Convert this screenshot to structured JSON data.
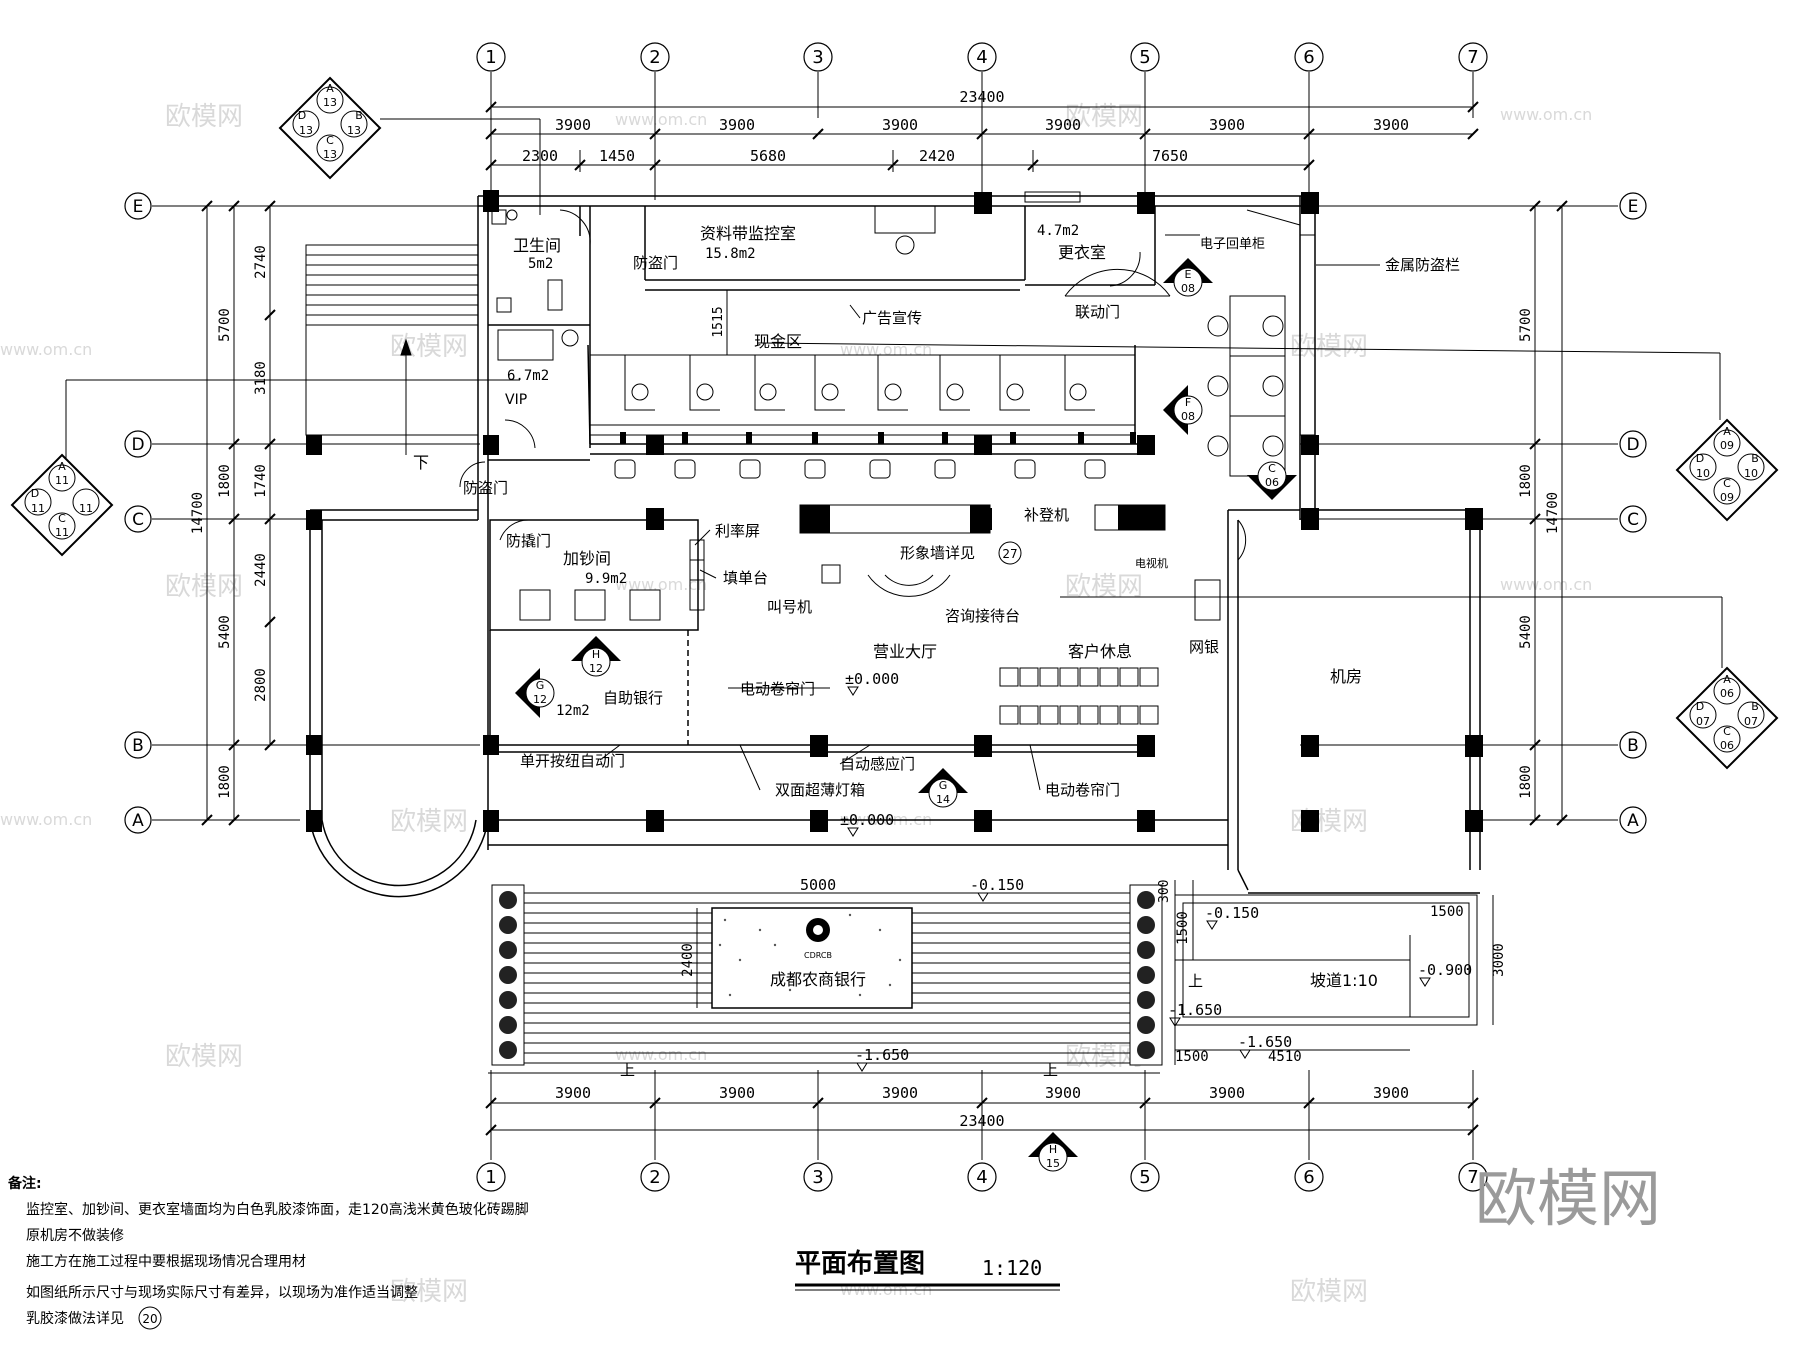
{
  "grid": {
    "columns": [
      "1",
      "2",
      "3",
      "4",
      "5",
      "6",
      "7"
    ],
    "rows": [
      "A",
      "B",
      "C",
      "D",
      "E"
    ]
  },
  "dimensions": {
    "total": "23400",
    "bays": [
      "3900",
      "3900",
      "3900",
      "3900",
      "3900",
      "3900"
    ],
    "top_sub": [
      "2300",
      "1450",
      "5680",
      "2420",
      "7650"
    ],
    "left_outer": "14700",
    "left_group": [
      "5700",
      "1800",
      "5400",
      "1800"
    ],
    "left_sub": [
      "2740",
      "3180",
      "1740",
      "2440",
      "2800"
    ],
    "right_outer": "14700",
    "right_group": [
      "5700",
      "1800",
      "5400",
      "1800"
    ],
    "plaza": "5000",
    "plaza_depth": "2400",
    "v1515": "1515",
    "ramp_w": "1500",
    "ramp_w2": "1500",
    "ramp_len": "4510",
    "ramp_depth": "3000",
    "ramp_top": "1500",
    "ramp_300": "300",
    "ramp_1500b": "1500"
  },
  "rooms": {
    "toilet": "卫生间",
    "toilet_area": "5m2",
    "monitor": "资料带监控室",
    "monitor_area": "15.8m2",
    "dressing_area": "4.7m2",
    "dressing": "更衣室",
    "vip_area": "6.7m2",
    "vip": "VIP",
    "counting": "加钞间",
    "counting_area": "9.9m2",
    "atm_area": "12m2",
    "hall": "营业大厅",
    "lounge": "客户休息",
    "machine_room": "机房",
    "cash_zone": "现金区",
    "ramp": "坡道1:10",
    "sign": "成都农商银行",
    "logo_small": "CDRCB"
  },
  "labels": {
    "anti_theft_door_1": "防盗门",
    "anti_theft_door_2": "防盗门",
    "anti_theft_door_3": "防撬门",
    "advert": "广告宣传",
    "linked_door": "联动门",
    "receipt_cabinet": "电子回单柜",
    "metal_fence": "金属防盗栏",
    "rate_screen": "利率屏",
    "form_desk": "填单台",
    "image_wall": "形象墙详见",
    "image_wall_ref": "27",
    "supplement_machine": "补登机",
    "tv": "电视机",
    "queue_machine": "叫号机",
    "consult_desk": "咨询接待台",
    "net_bank": "网银",
    "self_bank": "自助银行",
    "rolling_door_1": "电动卷帘门",
    "rolling_door_2": "电动卷帘门",
    "single_door": "单开按纽自动门",
    "sensor_door": "自动感应门",
    "light_box": "双面超薄灯箱",
    "down": "下",
    "up_1": "上",
    "up_2": "上",
    "up_3": "上"
  },
  "levels": {
    "hall": "±0.000",
    "front": "±0.000",
    "plaza": "-0.150",
    "ramp_top": "-0.150",
    "ramp_end": "-0.900",
    "step_low_1": "-1.650",
    "step_low_2": "-1.650",
    "street": "-1.650"
  },
  "markers": {
    "m1": {
      "top": "A",
      "top_n": "13",
      "left": "D",
      "left_n": "13",
      "right": "B",
      "right_n": "13",
      "bottom": "C",
      "bottom_n": "13"
    },
    "m2": {
      "top": "A",
      "top_n": "11",
      "left": "D",
      "left_n": "11",
      "right": "",
      "right_n": "11",
      "bottom": "C",
      "bottom_n": "11"
    },
    "m3": {
      "top": "A",
      "top_n": "09",
      "left": "D",
      "left_n": "10",
      "right": "B",
      "right_n": "10",
      "bottom": "C",
      "bottom_n": "09"
    },
    "m4": {
      "top": "A",
      "top_n": "06",
      "left": "D",
      "left_n": "07",
      "right": "B",
      "right_n": "07",
      "bottom": "C",
      "bottom_n": "06"
    },
    "e08": {
      "letter": "E",
      "num": "08"
    },
    "f08": {
      "letter": "F",
      "num": "08"
    },
    "c06": {
      "letter": "C",
      "num": "06"
    },
    "h12": {
      "letter": "H",
      "num": "12"
    },
    "g12": {
      "letter": "G",
      "num": "12"
    },
    "g14": {
      "letter": "G",
      "num": "14"
    },
    "h15": {
      "letter": "H",
      "num": "15"
    }
  },
  "notes": {
    "heading": "备注:",
    "lines": [
      "监控室、加钞间、更衣室墙面均为白色乳胶漆饰面，走120高浅米黄色玻化砖踢脚",
      "原机房不做装修",
      "施工方在施工过程中要根据现场情况合理用材",
      "如图纸所示尺寸与现场实际尺寸有差异，以现场为准作适当调整",
      "乳胶漆做法详见"
    ],
    "ref": "20"
  },
  "title": {
    "main": "平面布置图",
    "scale": "1:120"
  },
  "watermark": {
    "brand": "欧模网",
    "url": "www.om.cn"
  }
}
